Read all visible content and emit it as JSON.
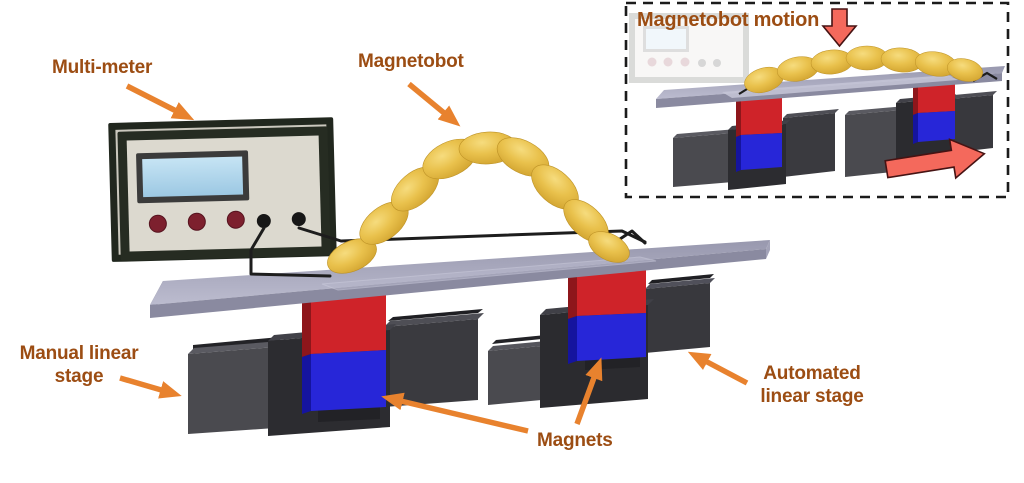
{
  "figure": {
    "type": "experimental-setup-diagram",
    "labels": {
      "multimeter": "Multi-meter",
      "magnetobot": "Magnetobot",
      "manual_stage": "Manual linear stage",
      "automated_stage": "Automated linear stage",
      "magnets": "Magnets",
      "inset_title": "Magnetobot motion"
    },
    "colors": {
      "label_text": "#9C4D13",
      "callout_arrow": "#E8822E",
      "motion_arrow_fill": "#F4695C",
      "motion_arrow_outline": "#461313",
      "magnet_top_red": "#CF2329",
      "magnet_bottom_blue": "#2726D8",
      "robot_body_gold": "#E9C14C",
      "platform_gray": "#A9A9BE",
      "stage_dark_gray": "#2C2C30",
      "lcd_blue": "#AFD4EA",
      "wire_black": "#1D1D1D",
      "inset_border": "#1B1B1B"
    }
  }
}
